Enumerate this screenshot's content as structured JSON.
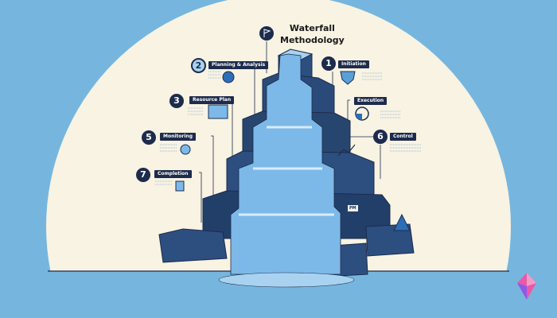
{
  "title": {
    "line1": "Waterfall",
    "line2": "Methodology"
  },
  "steps": [
    {
      "number": "1",
      "label": "Initiation"
    },
    {
      "number": "2",
      "label": "Planning & Analysis"
    },
    {
      "number": "3",
      "label": "Resource Plan"
    },
    {
      "label": "Execution"
    },
    {
      "number": "5",
      "label": "Monitoring"
    },
    {
      "number": "6",
      "label": "Control"
    },
    {
      "number": "7",
      "label": "Completion"
    }
  ],
  "pm_tag": "PM",
  "colors": {
    "background": "#76b6de",
    "circle": "#f8f3e2",
    "navy": "#1d2b4c",
    "block": "#2c4f80",
    "water": "#7db9e8"
  }
}
